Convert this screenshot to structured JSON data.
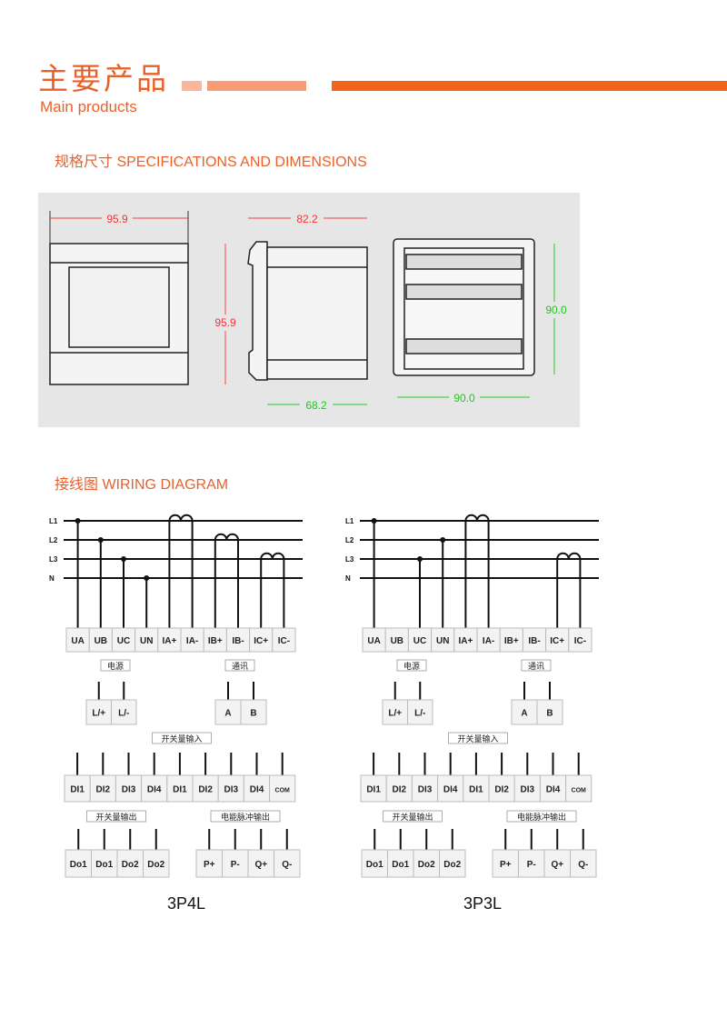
{
  "header": {
    "title_cn": "主要产品",
    "title_en": "Main products",
    "colors": {
      "accent": "#f26419",
      "light1": "#fbb59a",
      "light2": "#f99c76"
    }
  },
  "specs": {
    "heading": "规格尺寸 SPECIFICATIONS  AND  DIMENSIONS",
    "front": {
      "width": "95.9",
      "height": "95.9"
    },
    "side": {
      "depth": "82.2",
      "body_depth": "68.2"
    },
    "rear": {
      "width": "90.0",
      "height": "90.0"
    }
  },
  "wiring": {
    "heading": "接线图 WIRING   DIAGRAM",
    "diagrams": [
      {
        "caption": "3P4L",
        "lines": [
          "L1",
          "L2",
          "L3",
          "N"
        ],
        "terminals": [
          "UA",
          "UB",
          "UC",
          "UN",
          "IA+",
          "IA-",
          "IB+",
          "IB-",
          "IC+",
          "IC-"
        ],
        "taps": [
          [
            0,
            0
          ],
          [
            1,
            1
          ],
          [
            2,
            2
          ],
          [
            3,
            3
          ]
        ],
        "loops": [
          [
            4,
            0
          ],
          [
            6,
            1
          ],
          [
            8,
            2
          ]
        ],
        "power": {
          "label": "电源",
          "terminals": [
            "L/+",
            "L/-"
          ]
        },
        "comm": {
          "label": "通讯",
          "terminals": [
            "A",
            "B"
          ]
        },
        "di": {
          "label": "开关量输入",
          "terminals": [
            "DI1",
            "DI2",
            "DI3",
            "DI4",
            "DI1",
            "DI2",
            "DI3",
            "DI4",
            "COM"
          ]
        },
        "do": {
          "label": "开关量输出",
          "terminals": [
            "Do1",
            "Do1",
            "Do2",
            "Do2"
          ]
        },
        "pulse": {
          "label": "电能脉冲输出",
          "terminals": [
            "P+",
            "P-",
            "Q+",
            "Q-"
          ]
        }
      },
      {
        "caption": "3P3L",
        "lines": [
          "L1",
          "L2",
          "L3",
          "N"
        ],
        "terminals": [
          "UA",
          "UB",
          "UC",
          "UN",
          "IA+",
          "IA-",
          "IB+",
          "IB-",
          "IC+",
          "IC-"
        ],
        "taps": [
          [
            0,
            0
          ],
          [
            2,
            2
          ],
          [
            3,
            1
          ]
        ],
        "loops": [
          [
            4,
            0
          ],
          [
            8,
            2
          ]
        ],
        "power": {
          "label": "电源",
          "terminals": [
            "L/+",
            "L/-"
          ]
        },
        "comm": {
          "label": "通讯",
          "terminals": [
            "A",
            "B"
          ]
        },
        "di": {
          "label": "开关量输入",
          "terminals": [
            "DI1",
            "DI2",
            "DI3",
            "DI4",
            "DI1",
            "DI2",
            "DI3",
            "DI4",
            "COM"
          ]
        },
        "do": {
          "label": "开关量输出",
          "terminals": [
            "Do1",
            "Do1",
            "Do2",
            "Do2"
          ]
        },
        "pulse": {
          "label": "电能脉冲输出",
          "terminals": [
            "P+",
            "P-",
            "Q+",
            "Q-"
          ]
        }
      }
    ]
  }
}
